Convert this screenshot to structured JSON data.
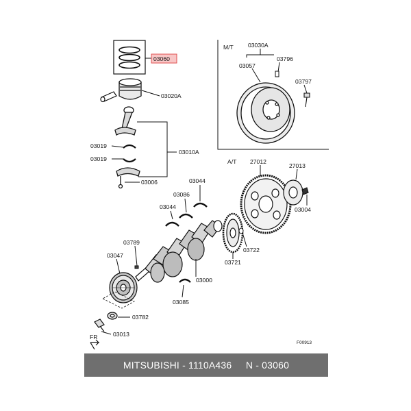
{
  "colors": {
    "highlight_fill": "#f8c6c6",
    "highlight_stroke": "#e05050",
    "caption_bg": "#6f6f6f"
  },
  "sections": {
    "mt": "M/T",
    "at": "A/T"
  },
  "parts": {
    "p03060": "03060",
    "p03020A": "03020A",
    "p03010A": "03010A",
    "p03019a": "03019",
    "p03019b": "03019",
    "p03006": "03006",
    "p03030A": "03030A",
    "p03057": "03057",
    "p03796": "03796",
    "p03797": "03797",
    "p27012": "27012",
    "p27013": "27013",
    "p03004": "03004",
    "p03044a": "03044",
    "p03044b": "03044",
    "p03086": "03086",
    "p03789": "03789",
    "p03047": "03047",
    "p03000": "03000",
    "p03721": "03721",
    "p03722": "03722",
    "p03085": "03085",
    "p03782": "03782",
    "p03013": "03013"
  },
  "fr_label": "FR",
  "figure_code": "F00913",
  "caption": "MITSUBISHI - 1110A436     N - 03060"
}
